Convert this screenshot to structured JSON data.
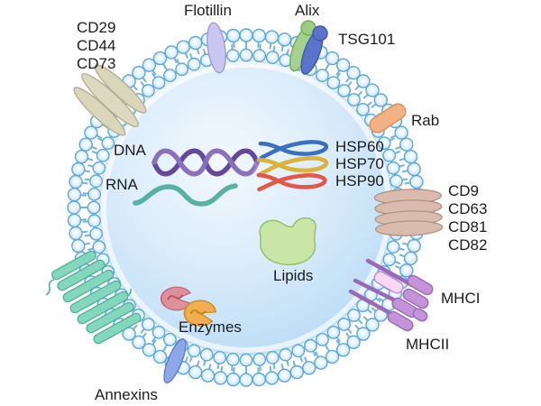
{
  "diagram": {
    "labels": {
      "cd29": "CD29",
      "cd44": "CD44",
      "cd73": "CD73",
      "flotillin": "Flotillin",
      "alix": "Alix",
      "tsg101": "TSG101",
      "rab": "Rab",
      "dna": "DNA",
      "rna": "RNA",
      "hsp60": "HSP60",
      "hsp70": "HSP70",
      "hsp90": "HSP90",
      "cd9": "CD9",
      "cd63": "CD63",
      "cd81": "CD81",
      "cd82": "CD82",
      "mhc1": "MHCI",
      "mhc2": "MHCII",
      "lipids": "Lipids",
      "enzymes": "Enzymes",
      "annexins": "Annexins"
    },
    "colors": {
      "membrane_bead": "#bfe1f6",
      "membrane_stroke": "#5ea7da",
      "lumen_light": "#f3f9fe",
      "lumen_blue": "#b6daf5",
      "flotillin_lavender": "#c9c6ef",
      "alix_green": "#a6d08e",
      "tsg101_blue": "#5b74c9",
      "rab_orange": "#f3b284",
      "integrin_beige": "#d9d6bb",
      "tetraspanin_tan": "#d9bcae",
      "mhc_purple": "#c493d9",
      "mhc_pink": "#f7d9f3",
      "annexin_blue": "#8da8e8",
      "channel_teal": "#82d7bd",
      "dna_purple": "#63489c",
      "rna_teal": "#57b1a5",
      "hsp60_blue": "#3a6fc1",
      "hsp70_gold": "#d9b33c",
      "hsp90_red": "#e2584a",
      "lipids_green": "#c9e6a6",
      "enzyme_pink": "#de8f9b",
      "enzyme_orange": "#f0ae4e",
      "label_text": "#1c1c1c"
    }
  }
}
